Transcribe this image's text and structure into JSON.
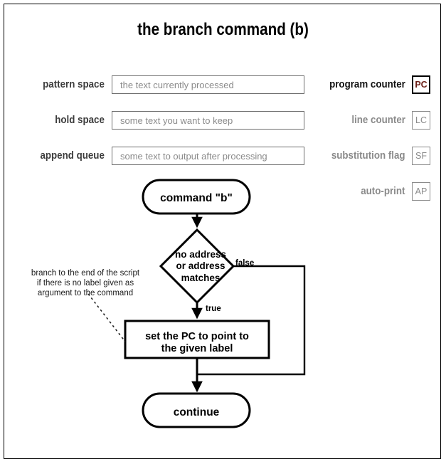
{
  "title": "the branch command (b)",
  "state_fields": [
    {
      "label": "pattern space",
      "value": "the text currently processed"
    },
    {
      "label": "hold space",
      "value": "some text you want to keep"
    },
    {
      "label": "append queue",
      "value": "some text to output after processing"
    }
  ],
  "flags": [
    {
      "label": "program counter",
      "badge": "PC",
      "active": true
    },
    {
      "label": "line counter",
      "badge": "LC",
      "active": false
    },
    {
      "label": "substitution flag",
      "badge": "SF",
      "active": false
    },
    {
      "label": "auto-print",
      "badge": "AP",
      "active": false
    }
  ],
  "flowchart": {
    "start_node": "command \"b\"",
    "decision_node": "no address\nor address\nmatches",
    "process_node": "set the PC to point to\nthe given label",
    "end_node": "continue",
    "edge_false": "false",
    "edge_true": "true",
    "annotation": "branch to the end of the script\nif there is no label given as\nargument to the command"
  },
  "colors": {
    "active_badge_text": "#6b1f18",
    "inactive_gray": "#8a8a8a",
    "label_gray": "#3d3d3d",
    "stroke": "#000000"
  }
}
